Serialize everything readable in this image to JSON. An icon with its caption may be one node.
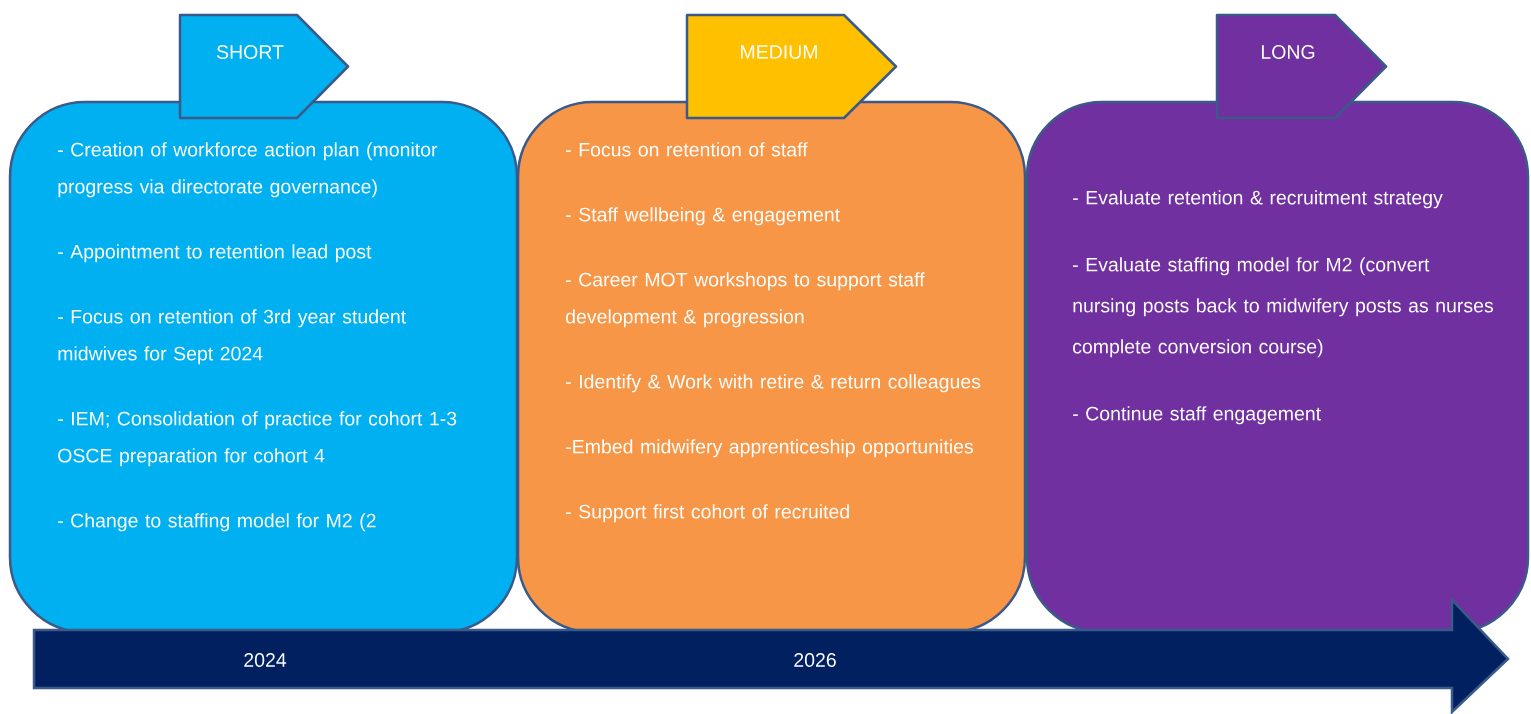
{
  "diagram": {
    "nodes": [
      {
        "text": [
          "SHORT"
        ]
      },
      {
        "text": [
          "MEDIUM"
        ]
      },
      {
        "text": [
          "LONG"
        ]
      },
      {
        "text": [
          "- Creation of workforce action plan (monitor progress via directorate governance)",
          "- Appointment to retention lead post",
          "- Focus on retention of 3rd year student midwives for Sept 2024",
          "- IEM; Consolidation of practice for cohort 1-3 OSCE preparation for cohort 4",
          "- Change to staffing model for M2 (2"
        ]
      },
      {
        "text": [
          "- Focus on retention of staff",
          "- Staff wellbeing & engagement",
          "- Career MOT workshops to support staff development & progression",
          "- Identify & Work with retire & return colleagues",
          "-Embed midwifery apprenticeship opportunities",
          "- Support first cohort of recruited"
        ]
      },
      {
        "text": [
          "- Evaluate retention & recruitment strategy",
          "- Evaluate staffing model for M2 (convert nursing posts back to midwifery posts as nurses complete  conversion course)",
          "- Continue staff engagement"
        ]
      },
      {
        "text": [
          "2024",
          "2026"
        ]
      }
    ]
  }
}
